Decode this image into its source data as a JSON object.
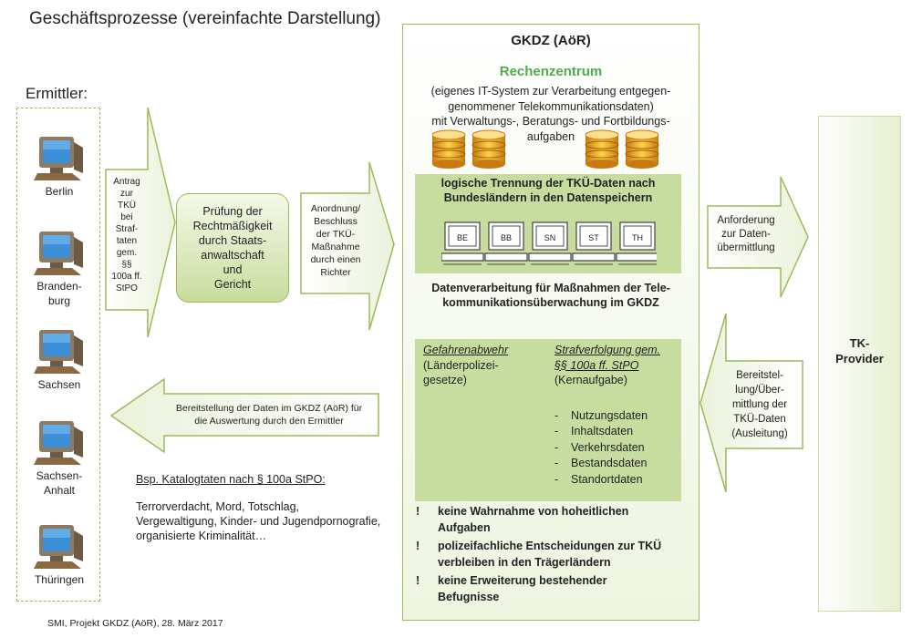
{
  "title": "Geschäftsprozesse (vereinfachte Darstellung)",
  "ermittler": {
    "label": "Ermittler:",
    "items": [
      {
        "label": "Berlin"
      },
      {
        "label": "Branden-\nburg"
      },
      {
        "label": "Sachsen"
      },
      {
        "label": "Sachsen-\nAnhalt"
      },
      {
        "label": "Thüringen"
      }
    ]
  },
  "arrows": {
    "antrag": "Antrag\nzur\nTKÜ\nbei\nStraf-\ntaten\ngem.\n§§\n100a ff.\nStPO",
    "anordnung": "Anordnung/\nBeschluss\nder TKÜ-\nMaßnahme\ndurch einen\nRichter",
    "bereitstellung_ermittler": "Bereitstellung der Daten im GKDZ (AöR) für\ndie Auswertung durch den Ermittler",
    "anforderung": "Anforderung\nzur Daten-\nübermittlung",
    "bereitstellung_tk": "Bereitstel-\nlung/Über-\nmittlung der\nTKÜ-Daten\n(Ausleitung)"
  },
  "pruefung": "Prüfung der\nRechtmäßigkeit\ndurch Staats-\nanwaltschaft\nund\nGericht",
  "gkdz": {
    "title": "GKDZ (AöR)",
    "rechenzentrum": "Rechenzentrum",
    "description": "(eigenes IT-System zur Verarbeitung entgegen-\ngenommener Telekommunikationsdaten)\nmit Verwaltungs-, Beratungs- und Fortbildungs-\naufgaben",
    "trennung": "logische Trennung der TKÜ-Daten nach\nBundesländern in den Datenspeichern",
    "monitors": [
      "BE",
      "BB",
      "SN",
      "ST",
      "TH"
    ],
    "datenverarbeitung": "Datenverarbeitung für Maßnahmen der Tele-\nkommunikationsüberwachung im GKDZ",
    "gefahrenabwehr": {
      "heading": "Gefahrenabwehr",
      "text": "(Länderpolizei-\ngesetze)"
    },
    "strafverfolgung": {
      "heading": "Strafverfolgung gem.\n§§ 100a ff. StPO",
      "text": "(Kernaufgabe)",
      "items": [
        "Nutzungsdaten",
        "Inhaltsdaten",
        "Verkehrsdaten",
        "Bestandsdaten",
        "Standortdaten"
      ]
    },
    "bullets": [
      "keine Wahrnahme von hoheitlichen\nAufgaben",
      "polizeifachliche Entscheidungen zur TKÜ\nverbleiben in den Trägerländern",
      "keine Erweiterung bestehender\nBefugnisse"
    ],
    "bullet_mark": "!"
  },
  "tk_provider": "TK-\nProvider",
  "katalog": {
    "heading": "Bsp. Katalogtaten nach § 100a StPO:",
    "text": "Terrorverdacht, Mord, Totschlag,\nVergewaltigung, Kinder- und Jugendpornografie,\norganisierte Kriminalität…"
  },
  "footer": "SMI, Projekt GKDZ (AöR), 28. März 2017",
  "colors": {
    "green": "#9bbb59",
    "green_fill": "#c7dda0",
    "accent": "#4cae4c"
  }
}
